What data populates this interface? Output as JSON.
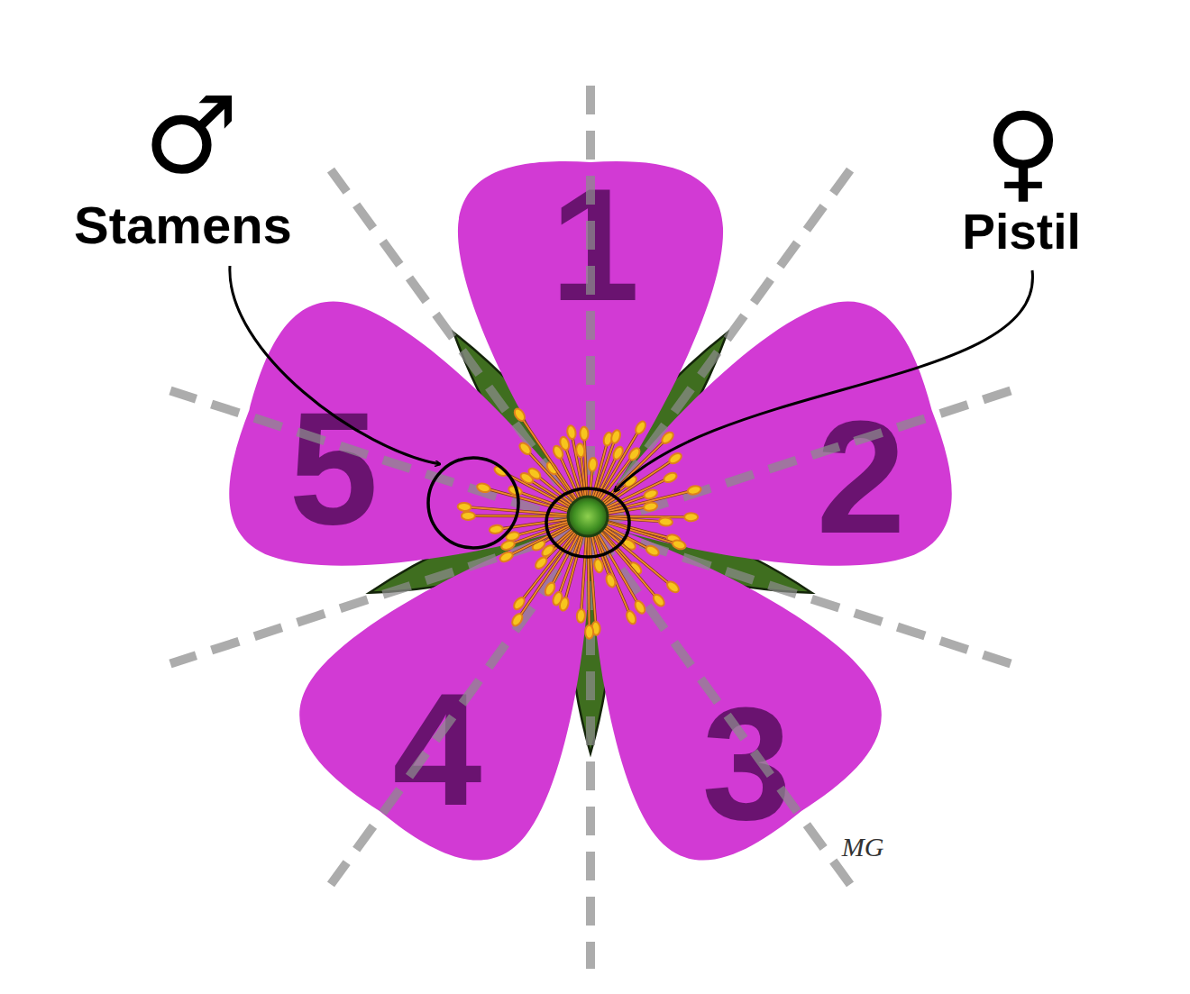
{
  "diagram": {
    "nodes": [
      {
        "text": [
          "1"
        ]
      },
      {
        "text": [
          "2"
        ]
      },
      {
        "text": [
          "3"
        ]
      },
      {
        "text": [
          "4"
        ]
      },
      {
        "text": [
          "5"
        ]
      }
    ],
    "labels": [
      "♂",
      "Stamens",
      "♀",
      "Pistil",
      "MG"
    ]
  }
}
